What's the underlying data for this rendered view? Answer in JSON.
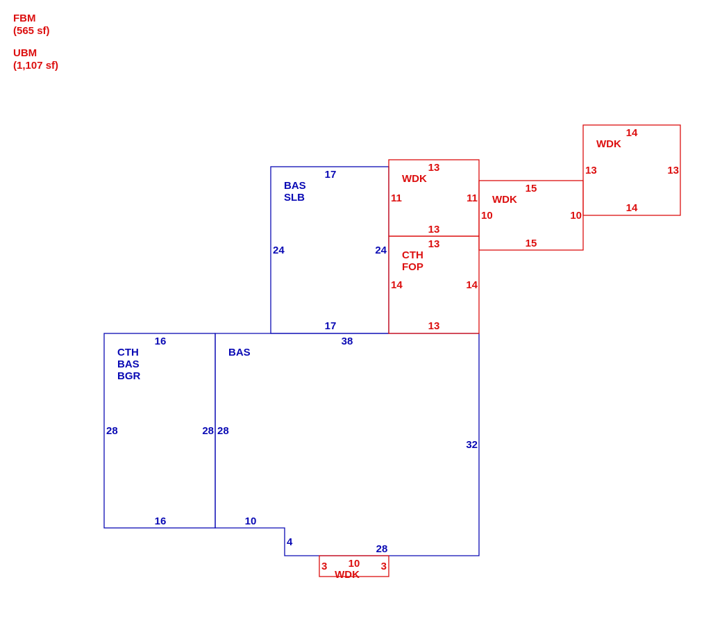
{
  "colors": {
    "main": "#0a0ab4",
    "accessory": "#dc0f0f"
  },
  "legend": {
    "fbm_code": "FBM",
    "fbm_area": "(565 sf)",
    "ubm_code": "UBM",
    "ubm_area": "(1,107 sf)"
  },
  "areas": {
    "bas_slb": {
      "codes": [
        "BAS",
        "SLB"
      ],
      "dims": {
        "top": "17",
        "bottom": "17",
        "left": "24",
        "right": "24"
      }
    },
    "cth_bas_bgr": {
      "codes": [
        "CTH",
        "BAS",
        "BGR"
      ],
      "dims": {
        "top": "16",
        "bottom": "16",
        "left": "28",
        "right": "28"
      }
    },
    "bas_main": {
      "codes": [
        "BAS"
      ],
      "dims": {
        "top": "38",
        "left": "28",
        "right": "32",
        "bottom_left": "10",
        "notch": "4",
        "bottom_right": "28"
      }
    },
    "wdk_upper": {
      "codes": [
        "WDK"
      ],
      "dims": {
        "top": "13",
        "bottom": "13",
        "left": "11",
        "right": "11"
      }
    },
    "cth_fop": {
      "codes": [
        "CTH",
        "FOP"
      ],
      "dims": {
        "top": "13",
        "bottom": "13",
        "left": "14",
        "right": "14"
      }
    },
    "wdk_mid": {
      "codes": [
        "WDK"
      ],
      "dims": {
        "top": "15",
        "bottom": "15",
        "left": "10",
        "right": "10"
      }
    },
    "wdk_far": {
      "codes": [
        "WDK"
      ],
      "dims": {
        "top": "14",
        "bottom": "14",
        "left": "13",
        "right": "13"
      }
    },
    "wdk_small": {
      "codes": [
        "WDK"
      ],
      "dims": {
        "top": "10",
        "left": "3",
        "right": "3"
      }
    }
  }
}
